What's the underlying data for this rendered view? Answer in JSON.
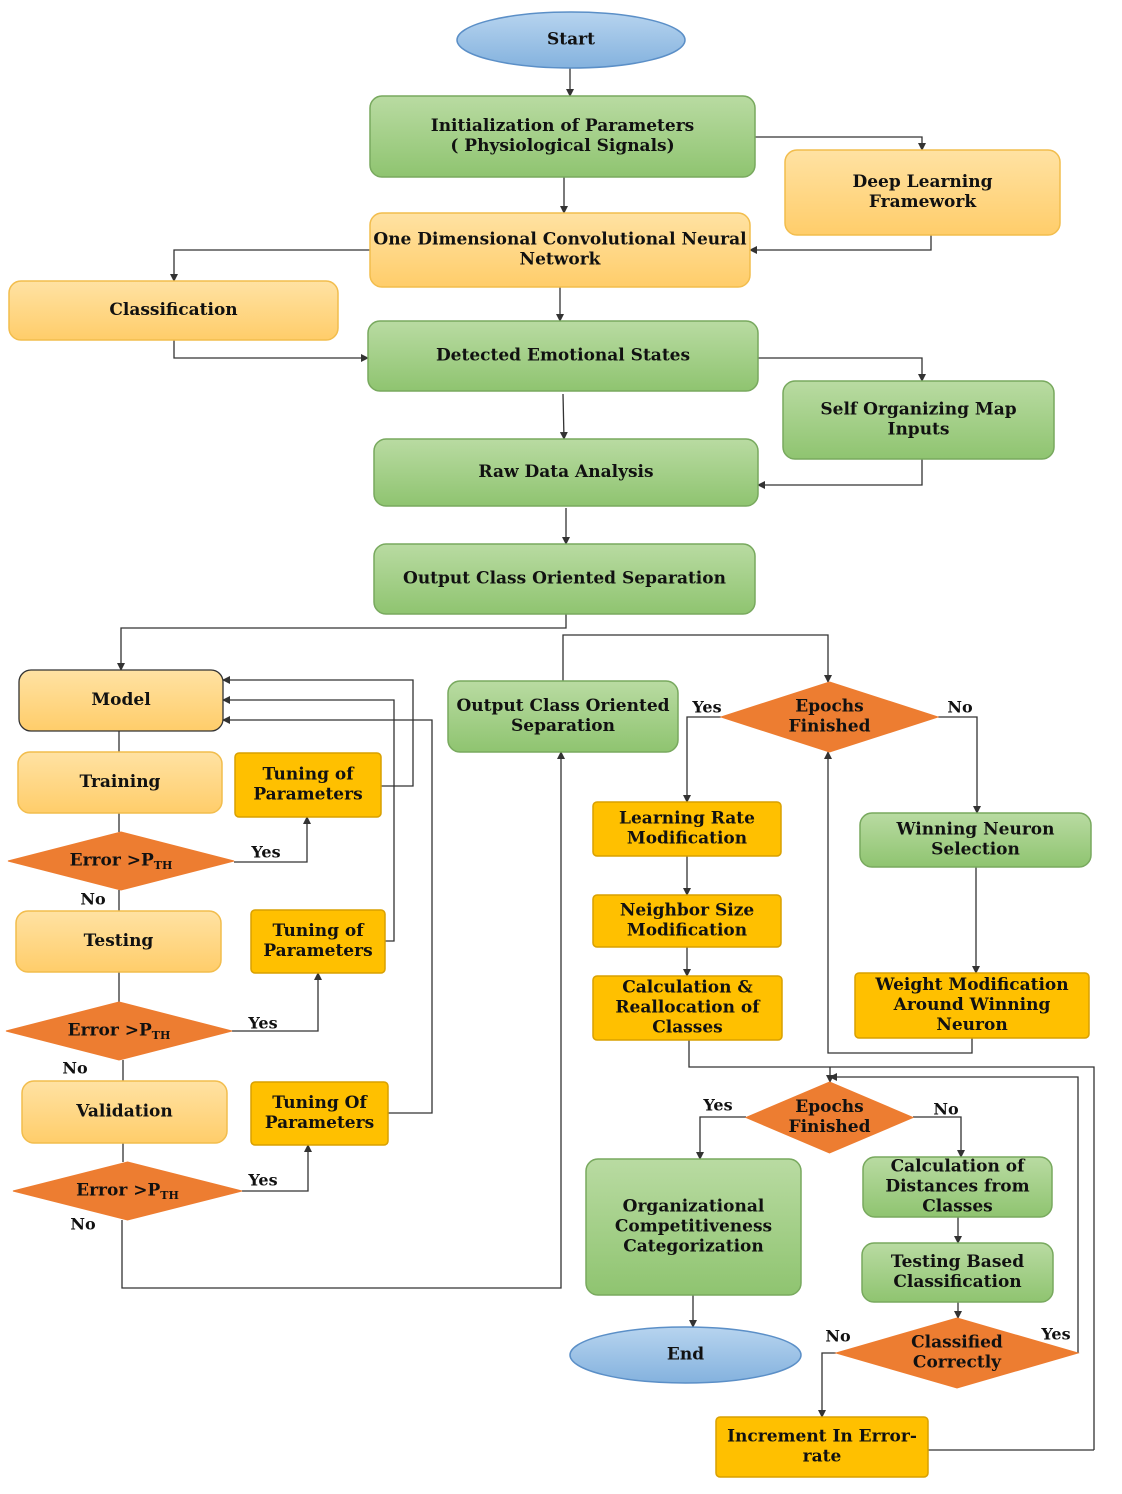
{
  "colors": {
    "green": "#a8d18d",
    "green_stroke": "#78a95e",
    "light_orange": "#ffd888",
    "light_orange_stroke": "#f2bd4d",
    "amber": "#ffc000",
    "amber_stroke": "#d9a000",
    "diamond": "#ed7d31",
    "terminator": "#9dc3e6",
    "terminator_stroke": "#5b8fc7",
    "line": "#333333"
  },
  "nodes": [
    {
      "id": "start",
      "shape": "ellipse",
      "style": "terminator",
      "lines": [
        "Start"
      ]
    },
    {
      "id": "init",
      "shape": "box",
      "style": "green",
      "lines": [
        "Initialization of Parameters",
        "( Physiological Signals)"
      ]
    },
    {
      "id": "dlf",
      "shape": "box",
      "style": "light_orange",
      "lines": [
        "Deep Learning",
        "Framework"
      ]
    },
    {
      "id": "cnn",
      "shape": "box",
      "style": "light_orange",
      "lines": [
        "One Dimensional Convolutional Neural",
        "Network"
      ]
    },
    {
      "id": "classif",
      "shape": "box",
      "style": "light_orange",
      "lines": [
        "Classification"
      ]
    },
    {
      "id": "detected",
      "shape": "box",
      "style": "green",
      "lines": [
        "Detected Emotional States"
      ]
    },
    {
      "id": "som",
      "shape": "box",
      "style": "green",
      "lines": [
        "Self Organizing Map",
        "Inputs"
      ]
    },
    {
      "id": "raw",
      "shape": "box",
      "style": "green",
      "lines": [
        "Raw Data Analysis"
      ]
    },
    {
      "id": "ocos1",
      "shape": "box",
      "style": "green",
      "lines": [
        "Output Class Oriented Separation"
      ]
    },
    {
      "id": "model",
      "shape": "box",
      "style": "light_orange",
      "lines": [
        "Model"
      ]
    },
    {
      "id": "training",
      "shape": "box",
      "style": "light_orange",
      "lines": [
        "Training"
      ]
    },
    {
      "id": "tune1",
      "shape": "box",
      "style": "amber",
      "lines": [
        "Tuning of",
        "Parameters"
      ]
    },
    {
      "id": "err1",
      "shape": "diamond",
      "style": "diamond",
      "lines": [
        "Error >P"
      ],
      "sub": "TH"
    },
    {
      "id": "testing",
      "shape": "box",
      "style": "light_orange",
      "lines": [
        "Testing"
      ]
    },
    {
      "id": "tune2",
      "shape": "box",
      "style": "amber",
      "lines": [
        "Tuning of",
        "Parameters"
      ]
    },
    {
      "id": "err2",
      "shape": "diamond",
      "style": "diamond",
      "lines": [
        "Error >P"
      ],
      "sub": "TH"
    },
    {
      "id": "validation",
      "shape": "box",
      "style": "light_orange",
      "lines": [
        "Validation"
      ]
    },
    {
      "id": "tune3",
      "shape": "box",
      "style": "amber",
      "lines": [
        "Tuning Of",
        "Parameters"
      ]
    },
    {
      "id": "err3",
      "shape": "diamond",
      "style": "diamond",
      "lines": [
        "Error >P"
      ],
      "sub": "TH"
    },
    {
      "id": "ocos2",
      "shape": "box",
      "style": "green",
      "lines": [
        "Output Class Oriented",
        "Separation"
      ]
    },
    {
      "id": "epochs1",
      "shape": "diamond",
      "style": "diamond",
      "lines": [
        "Epochs",
        "Finished"
      ]
    },
    {
      "id": "lrm",
      "shape": "box",
      "style": "amber",
      "lines": [
        "Learning Rate",
        "Modification"
      ]
    },
    {
      "id": "nsm",
      "shape": "box",
      "style": "amber",
      "lines": [
        "Neighbor Size",
        "Modification"
      ]
    },
    {
      "id": "calc",
      "shape": "box",
      "style": "amber",
      "lines": [
        "Calculation &",
        "Reallocation  of",
        "Classes"
      ]
    },
    {
      "id": "wns",
      "shape": "box",
      "style": "green",
      "lines": [
        "Winning Neuron",
        "Selection"
      ]
    },
    {
      "id": "wmod",
      "shape": "box",
      "style": "amber",
      "lines": [
        "Weight Modification",
        "Around Winning",
        "Neuron"
      ]
    },
    {
      "id": "epochs2",
      "shape": "diamond",
      "style": "diamond",
      "lines": [
        "Epochs",
        "Finished"
      ]
    },
    {
      "id": "org",
      "shape": "box",
      "style": "green",
      "lines": [
        "Organizational",
        "Competitiveness",
        "Categorization"
      ]
    },
    {
      "id": "dist",
      "shape": "box",
      "style": "green",
      "lines": [
        "Calculation of",
        "Distances from",
        "Classes"
      ]
    },
    {
      "id": "tbc",
      "shape": "box",
      "style": "green",
      "lines": [
        "Testing Based",
        "Classification"
      ]
    },
    {
      "id": "cc",
      "shape": "diamond",
      "style": "diamond",
      "lines": [
        "Classified",
        "Correctly"
      ]
    },
    {
      "id": "end",
      "shape": "ellipse",
      "style": "terminator",
      "lines": [
        "End"
      ]
    },
    {
      "id": "inc",
      "shape": "box",
      "style": "amber",
      "lines": [
        "Increment In Error-",
        "rate"
      ]
    }
  ],
  "edge_labels": [
    {
      "id": "err1-yes",
      "text": "Yes"
    },
    {
      "id": "err1-no",
      "text": "No"
    },
    {
      "id": "err2-yes",
      "text": "Yes"
    },
    {
      "id": "err2-no",
      "text": "No"
    },
    {
      "id": "err3-yes",
      "text": "Yes"
    },
    {
      "id": "err3-no",
      "text": "No"
    },
    {
      "id": "epochs1-yes",
      "text": "Yes"
    },
    {
      "id": "epochs1-no",
      "text": "No"
    },
    {
      "id": "epochs2-yes",
      "text": "Yes"
    },
    {
      "id": "epochs2-no",
      "text": "No"
    },
    {
      "id": "cc-no",
      "text": "No"
    },
    {
      "id": "cc-yes",
      "text": "Yes"
    }
  ]
}
